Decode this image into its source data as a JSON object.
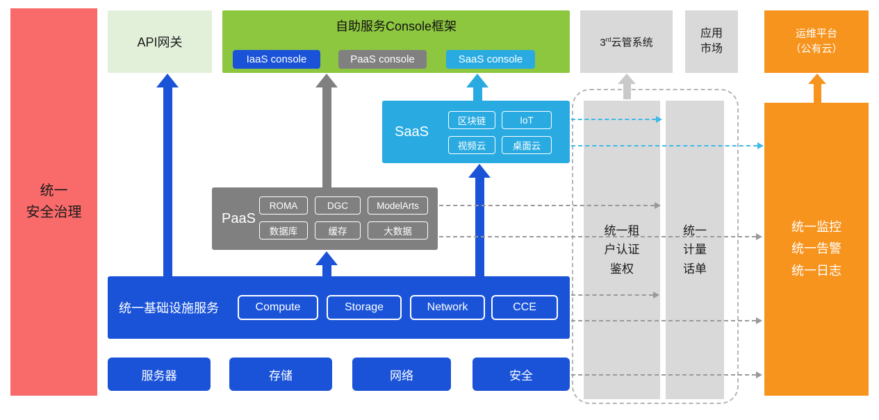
{
  "colors": {
    "blue": "#1A53D8",
    "cyan": "#29ABE2",
    "green": "#8DC63F",
    "light_green": "#E2F0DA",
    "gray": "#808080",
    "light_gray": "#D9D9D9",
    "red": "#F96A6A",
    "orange": "#F7941E"
  },
  "left_bar": {
    "label": "统一\n安全治理"
  },
  "api_gateway": {
    "label": "API网关"
  },
  "console_frame": {
    "title": "自助服务Console框架",
    "buttons": [
      "IaaS console",
      "PaaS console",
      "SaaS console"
    ]
  },
  "third_party": {
    "prefix": "3",
    "sup": "rd",
    "rest": "云管系统"
  },
  "app_market": {
    "label": "应用\n市场"
  },
  "ops_platform": {
    "label": "运维平台\n（公有云）"
  },
  "monitor_panel": {
    "label": "统一监控\n统一告警\n统一日志"
  },
  "auth_panel": {
    "label": "统一租\n户认证\n鉴权"
  },
  "billing_panel": {
    "label": "统一\n计量\n话单"
  },
  "saas": {
    "label": "SaaS",
    "pills": [
      "区块链",
      "IoT",
      "视频云",
      "桌面云"
    ]
  },
  "paas": {
    "label": "PaaS",
    "pills": [
      "ROMA",
      "DGC",
      "ModelArts",
      "数据库",
      "缓存",
      "大数据"
    ]
  },
  "iaas": {
    "label": "统一基础设施服务",
    "buttons": [
      "Compute",
      "Storage",
      "Network",
      "CCE"
    ]
  },
  "infra_boxes": [
    "服务器",
    "存储",
    "网络",
    "安全"
  ]
}
